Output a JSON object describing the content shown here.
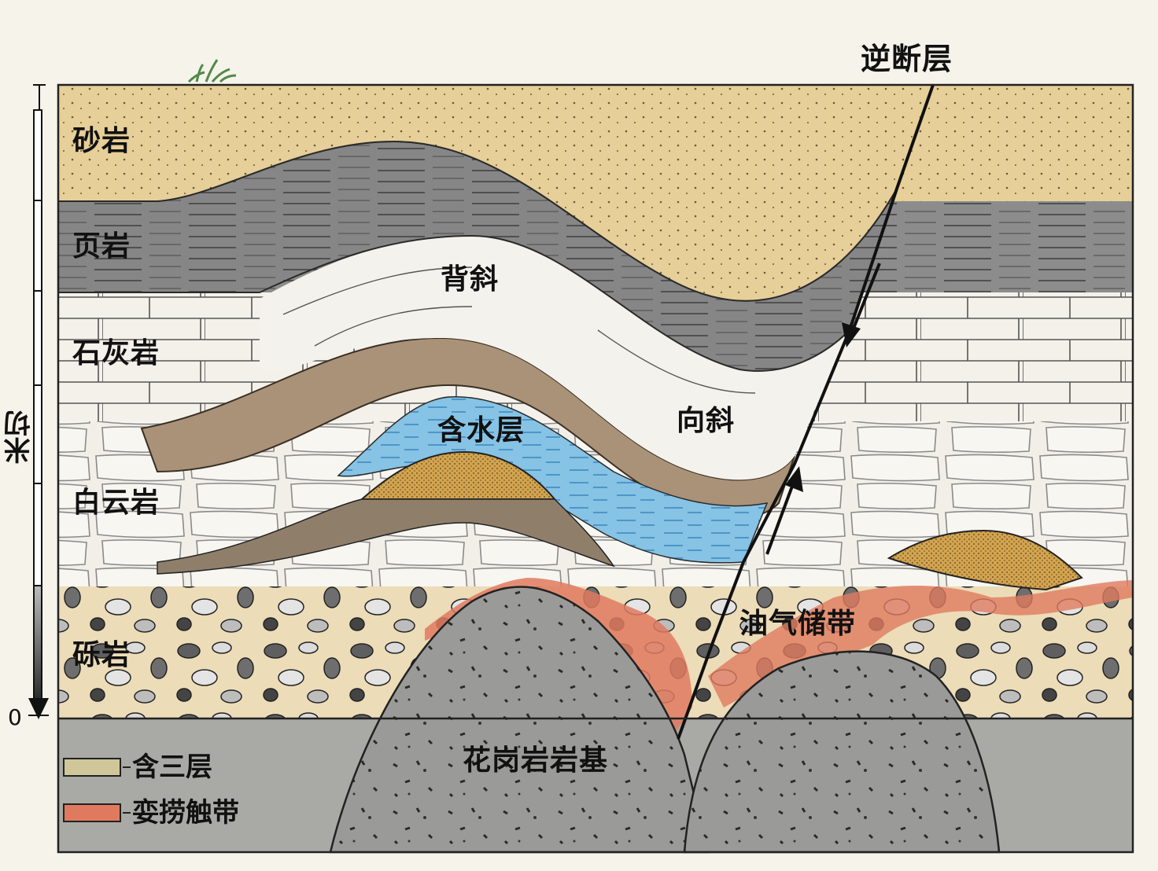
{
  "diagram": {
    "title": "",
    "type": "geological-cross-section",
    "scale_bar": {
      "unit_label": "米切",
      "zero_label": "0"
    },
    "fault": {
      "label": "逆断层"
    },
    "layers": [
      {
        "id": "sandstone",
        "label": "砂岩",
        "color": "#e6cf98"
      },
      {
        "id": "shale",
        "label": "页岩",
        "color": "#8a8a8a"
      },
      {
        "id": "limestone",
        "label": "石灰岩",
        "color": "#f3f1ea"
      },
      {
        "id": "dolomite",
        "label": "白云岩",
        "color": "#f1efe8"
      },
      {
        "id": "conglomerate",
        "label": "砾岩",
        "color": "#ead7b0"
      }
    ],
    "structures": {
      "anticline": "背斜",
      "syncline": "向斜",
      "aquifer": "含水层",
      "reservoir_zone": "油气储带",
      "granite_basement": "花岗岩岩基"
    },
    "legend": [
      {
        "label": "含三层",
        "color": "#cfc79a"
      },
      {
        "label": "娈捞触带",
        "color": "#e07a5f"
      }
    ],
    "colors": {
      "paper": "#f6f3ea",
      "outline": "#1a1a1a",
      "sandstone": "#e6cf98",
      "shale": "#7d7d7d",
      "brown_band": "#a99278",
      "aquifer": "#7fbfe0",
      "reservoir_sand": "#d2a450",
      "contact_zone": "#d9694f",
      "granite": "#8f8f8f",
      "gravel_fill": "#ecdcb8",
      "grass": "#4f8a4b"
    }
  }
}
